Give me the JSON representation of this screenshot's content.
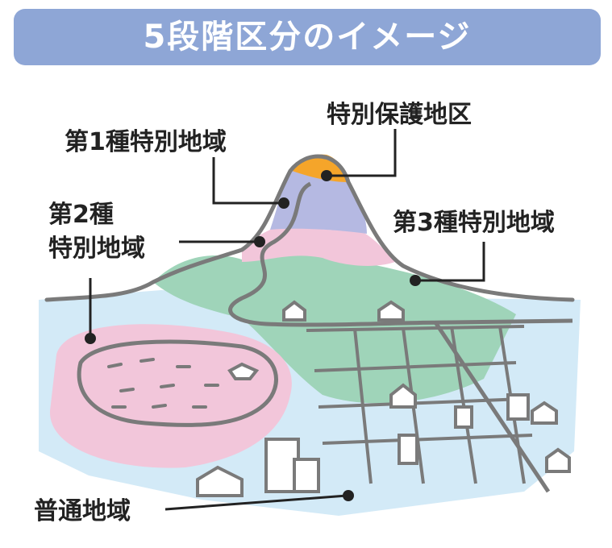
{
  "title": "5段階区分のイメージ",
  "labels": {
    "special_protection": "特別保護地区",
    "class1": "第1種特別地域",
    "class2_line1": "第2種",
    "class2_line2": "特別地域",
    "class3": "第3種特別地域",
    "ordinary": "普通地域"
  },
  "colors": {
    "title_bg": "#8ea6d6",
    "ordinary": "#d3eaf7",
    "class3": "#9fd4b9",
    "class2": "#f2c6da",
    "class1": "#b5b9e2",
    "special_protection": "#f5a52a",
    "outline": "#7a7a7a"
  }
}
